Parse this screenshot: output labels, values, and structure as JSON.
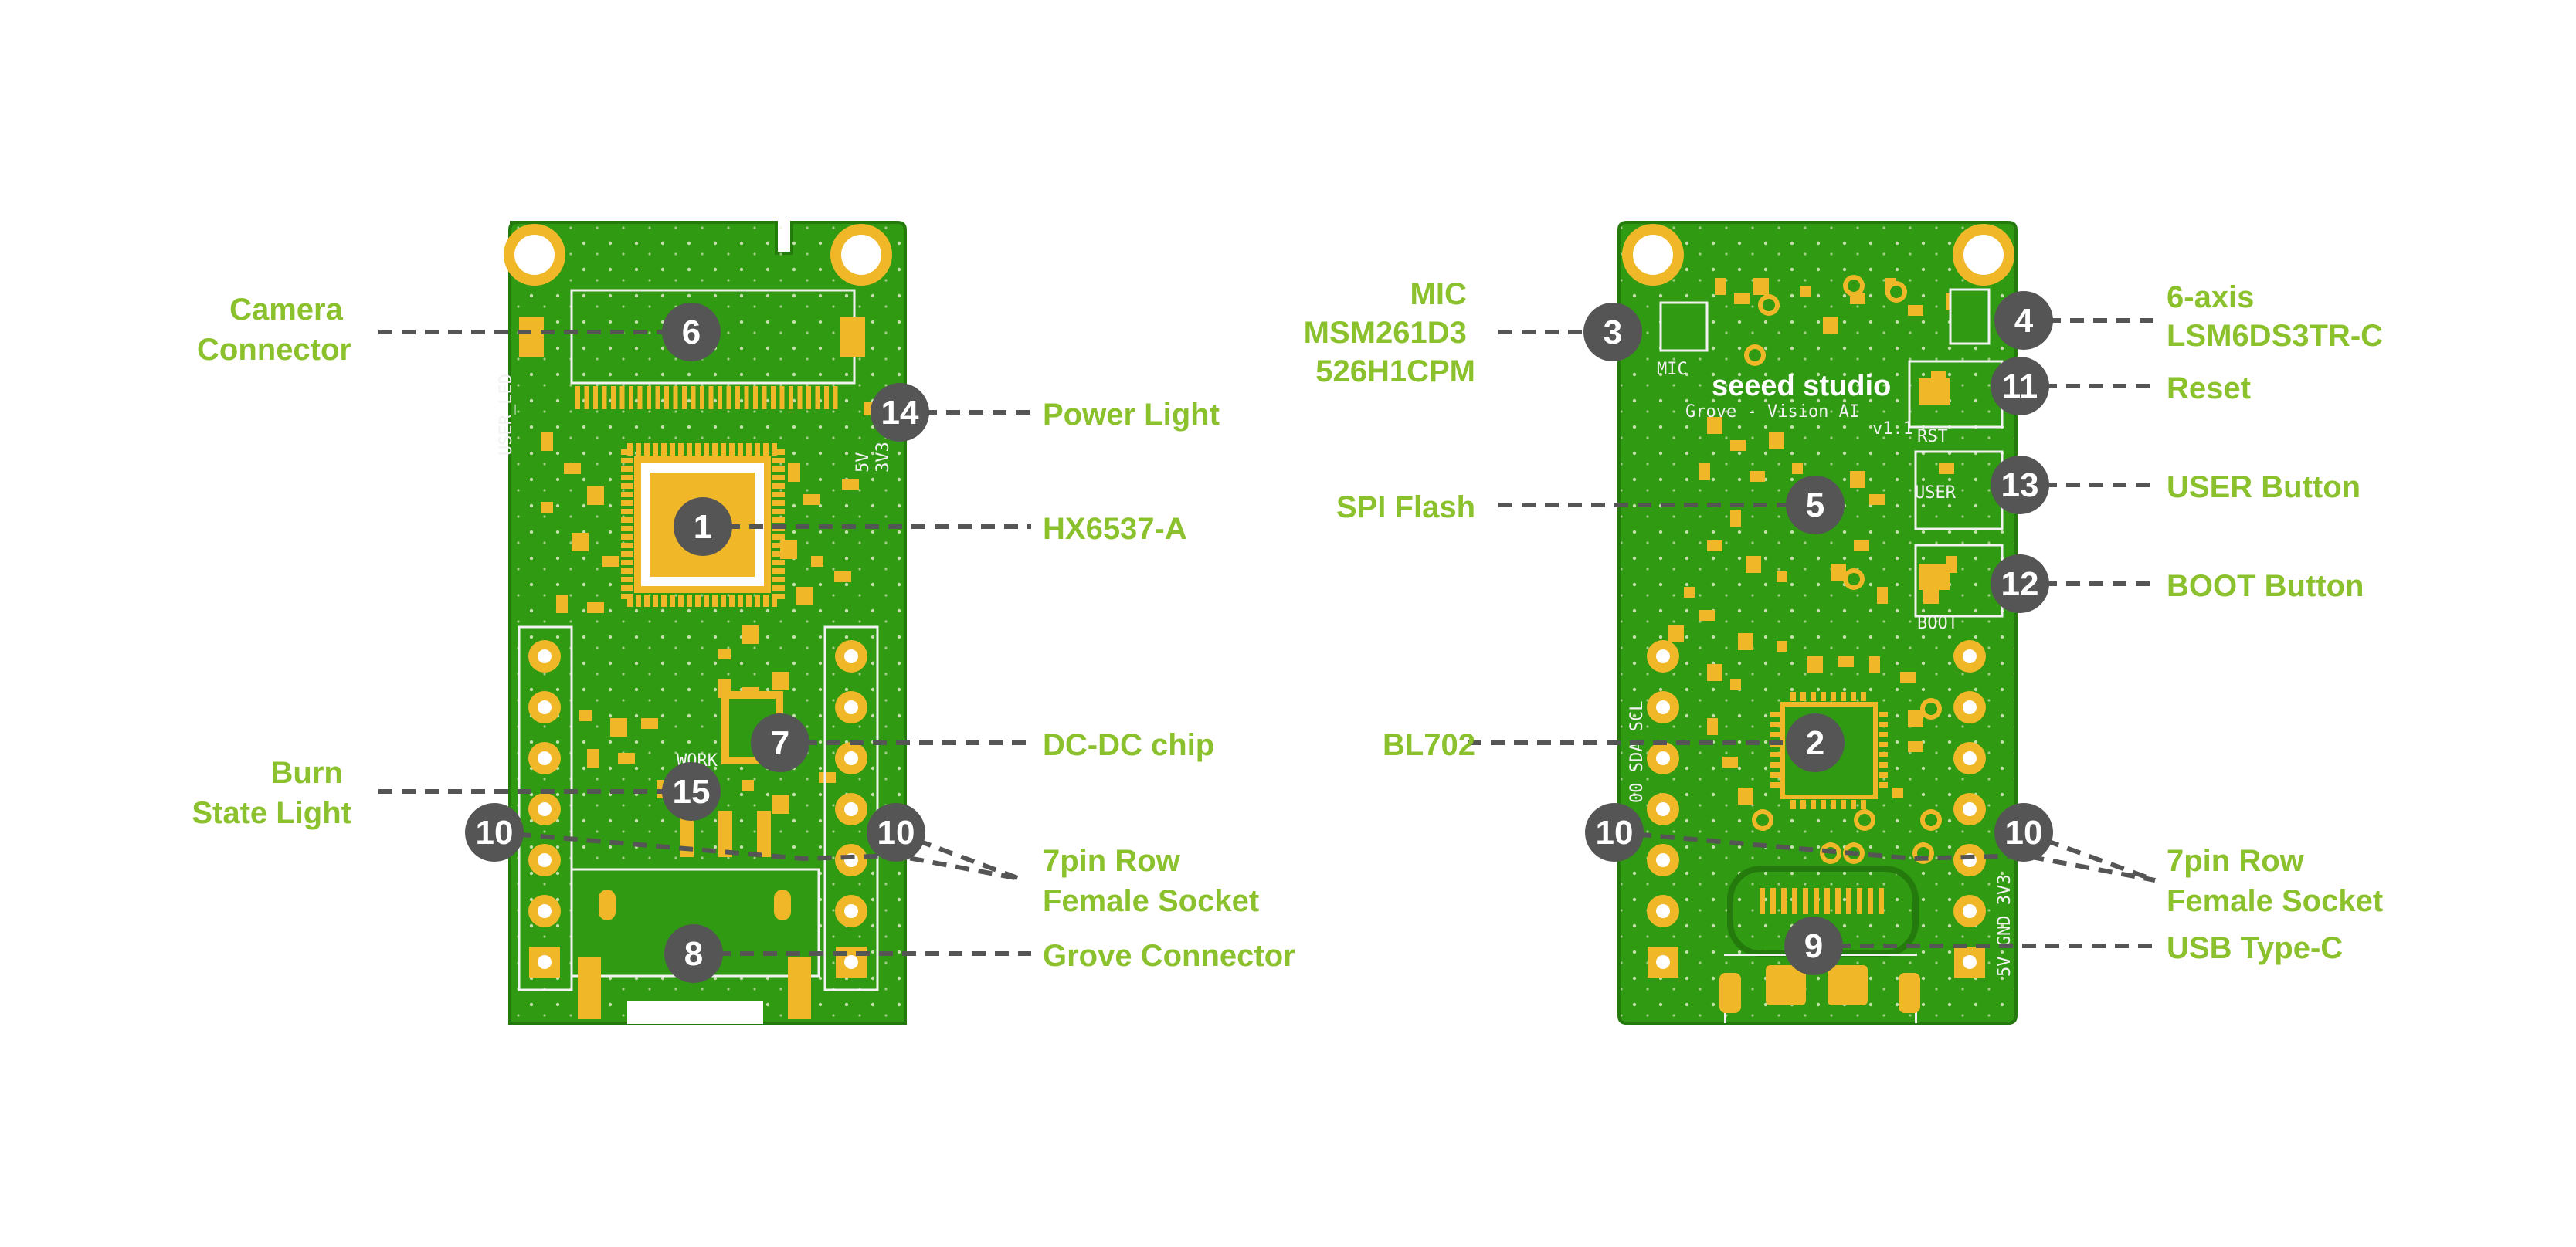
{
  "colors": {
    "pcb": "#2f9a12",
    "pcb_dark": "#247a0c",
    "pad": "#f0b828",
    "silk": "#f2f2f2",
    "label": "#8ac12c",
    "leader": "#555555",
    "badge": "#555555",
    "badge_text": "#ffffff"
  },
  "front": {
    "silk": {
      "user_led": "USER_LED",
      "work": "WORK",
      "v5": "5V",
      "v33": "3V3"
    },
    "labels": {
      "camera": [
        "Camera",
        "Connector"
      ],
      "burn": [
        "Burn",
        "State Light"
      ],
      "power_light": "Power Light",
      "hx6537": "HX6537-A",
      "dcdc": "DC-DC chip",
      "row_socket": [
        "7pin Row",
        "Female Socket"
      ],
      "grove": "Grove Connector"
    },
    "badges": {
      "b1": "1",
      "b6": "6",
      "b7": "7",
      "b8": "8",
      "b10a": "10",
      "b10b": "10",
      "b14": "14",
      "b15": "15"
    }
  },
  "back": {
    "silk": {
      "brand": "seeed studio",
      "product": "Grove - Vision AI",
      "version": "v1.1",
      "mic": "MIC",
      "rst": "RST",
      "user": "USER",
      "boot": "BOOT",
      "left_edge": "00 SDA SCL",
      "right_edge": "5V GND 3V3"
    },
    "labels": {
      "mic": [
        "MIC",
        "MSM261D3",
        "526H1CPM"
      ],
      "spi": "SPI Flash",
      "bl702": "BL702",
      "axis": [
        "6-axis",
        "LSM6DS3TR-C"
      ],
      "reset": "Reset",
      "user_btn": "USER Button",
      "boot_btn": "BOOT Button",
      "row_socket": [
        "7pin Row",
        "Female Socket"
      ],
      "usb": "USB Type-C"
    },
    "badges": {
      "b2": "2",
      "b3": "3",
      "b4": "4",
      "b5": "5",
      "b9": "9",
      "b10a": "10",
      "b10b": "10",
      "b11": "11",
      "b12": "12",
      "b13": "13"
    }
  }
}
